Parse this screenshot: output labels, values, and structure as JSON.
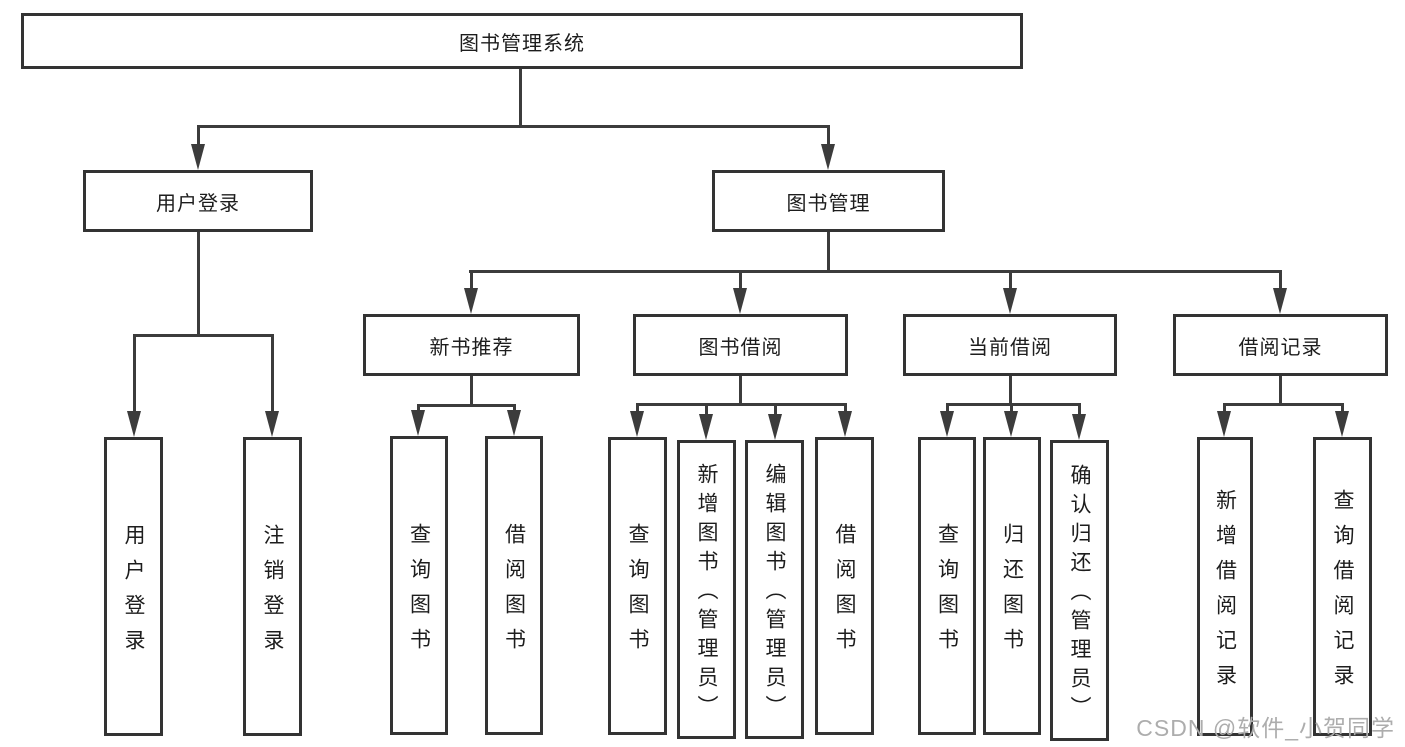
{
  "diagram_type": "hierarchy-tree",
  "watermark": "CSDN @软件_小贺同学",
  "colors": {
    "line": "#3c3c3c",
    "box_border": "#333333",
    "text": "#1d1d1d",
    "watermark": "#adadad",
    "background": "#ffffff"
  },
  "tree": {
    "label": "图书管理系统",
    "children": [
      {
        "label": "用户登录",
        "children": [
          {
            "label": "用户登录"
          },
          {
            "label": "注销登录"
          }
        ]
      },
      {
        "label": "图书管理",
        "children": [
          {
            "label": "新书推荐",
            "children": [
              {
                "label": "查询图书"
              },
              {
                "label": "借阅图书"
              }
            ]
          },
          {
            "label": "图书借阅",
            "children": [
              {
                "label": "查询图书"
              },
              {
                "label": "新增图书（管理员）"
              },
              {
                "label": "编辑图书（管理员）"
              },
              {
                "label": "借阅图书"
              }
            ]
          },
          {
            "label": "当前借阅",
            "children": [
              {
                "label": "查询图书"
              },
              {
                "label": "归还图书"
              },
              {
                "label": "确认归还（管理员）"
              }
            ]
          },
          {
            "label": "借阅记录",
            "children": [
              {
                "label": "新增借阅记录"
              },
              {
                "label": "查询借阅记录"
              }
            ]
          }
        ]
      }
    ]
  }
}
